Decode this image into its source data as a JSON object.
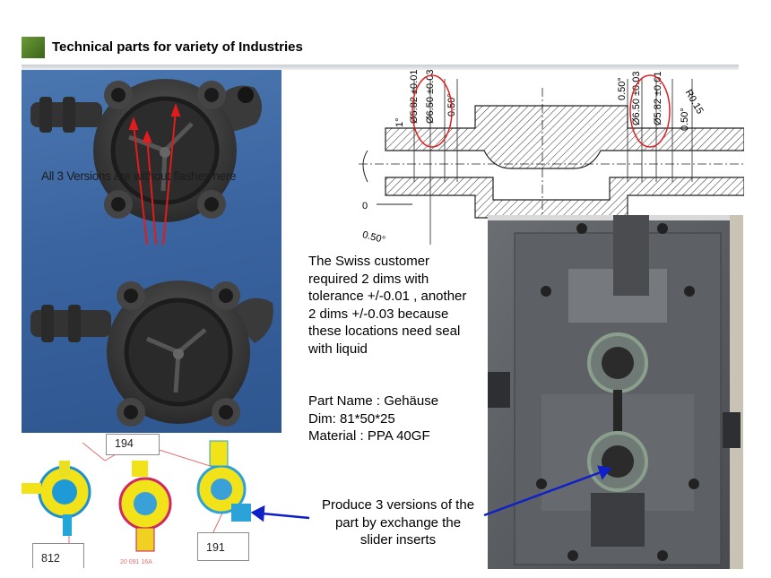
{
  "header": {
    "title": "Technical parts for variety of Industries",
    "accent_color": "#4e7d25"
  },
  "photo": {
    "caption": "All 3 Versions are without flashes here"
  },
  "drawing": {
    "dims_left": [
      "Ø5.82 ±0.01",
      "Ø6.50 ±0.03",
      "0.50°"
    ],
    "dims_right": [
      "0.50°",
      "Ø6.50 ±0.03",
      "Ø5.82 ±0.01",
      "0.50°"
    ],
    "angle_label": "1°",
    "radius_label": "R0.15",
    "corner_label": "0.50°",
    "side_label": "0",
    "highlight_color": "#e02020"
  },
  "description": {
    "lines": [
      "The Swiss customer",
      "required 2 dims with",
      "tolerance +/-0.01 , another",
      "2 dims +/-0.03 because",
      "these locations need seal",
      "with liquid"
    ]
  },
  "part_info": {
    "name": "Part Name : Gehäuse",
    "dim": "Dim:  81*50*25",
    "material": "Material : PPA 40GF"
  },
  "cad": {
    "labels": [
      "194",
      "812",
      "191"
    ],
    "faint_label": "20 091 16A"
  },
  "produce": {
    "lines": [
      "Produce 3 versions of the",
      "part  by exchange the",
      "slider inserts"
    ],
    "arrow_color": "#1020c8"
  }
}
